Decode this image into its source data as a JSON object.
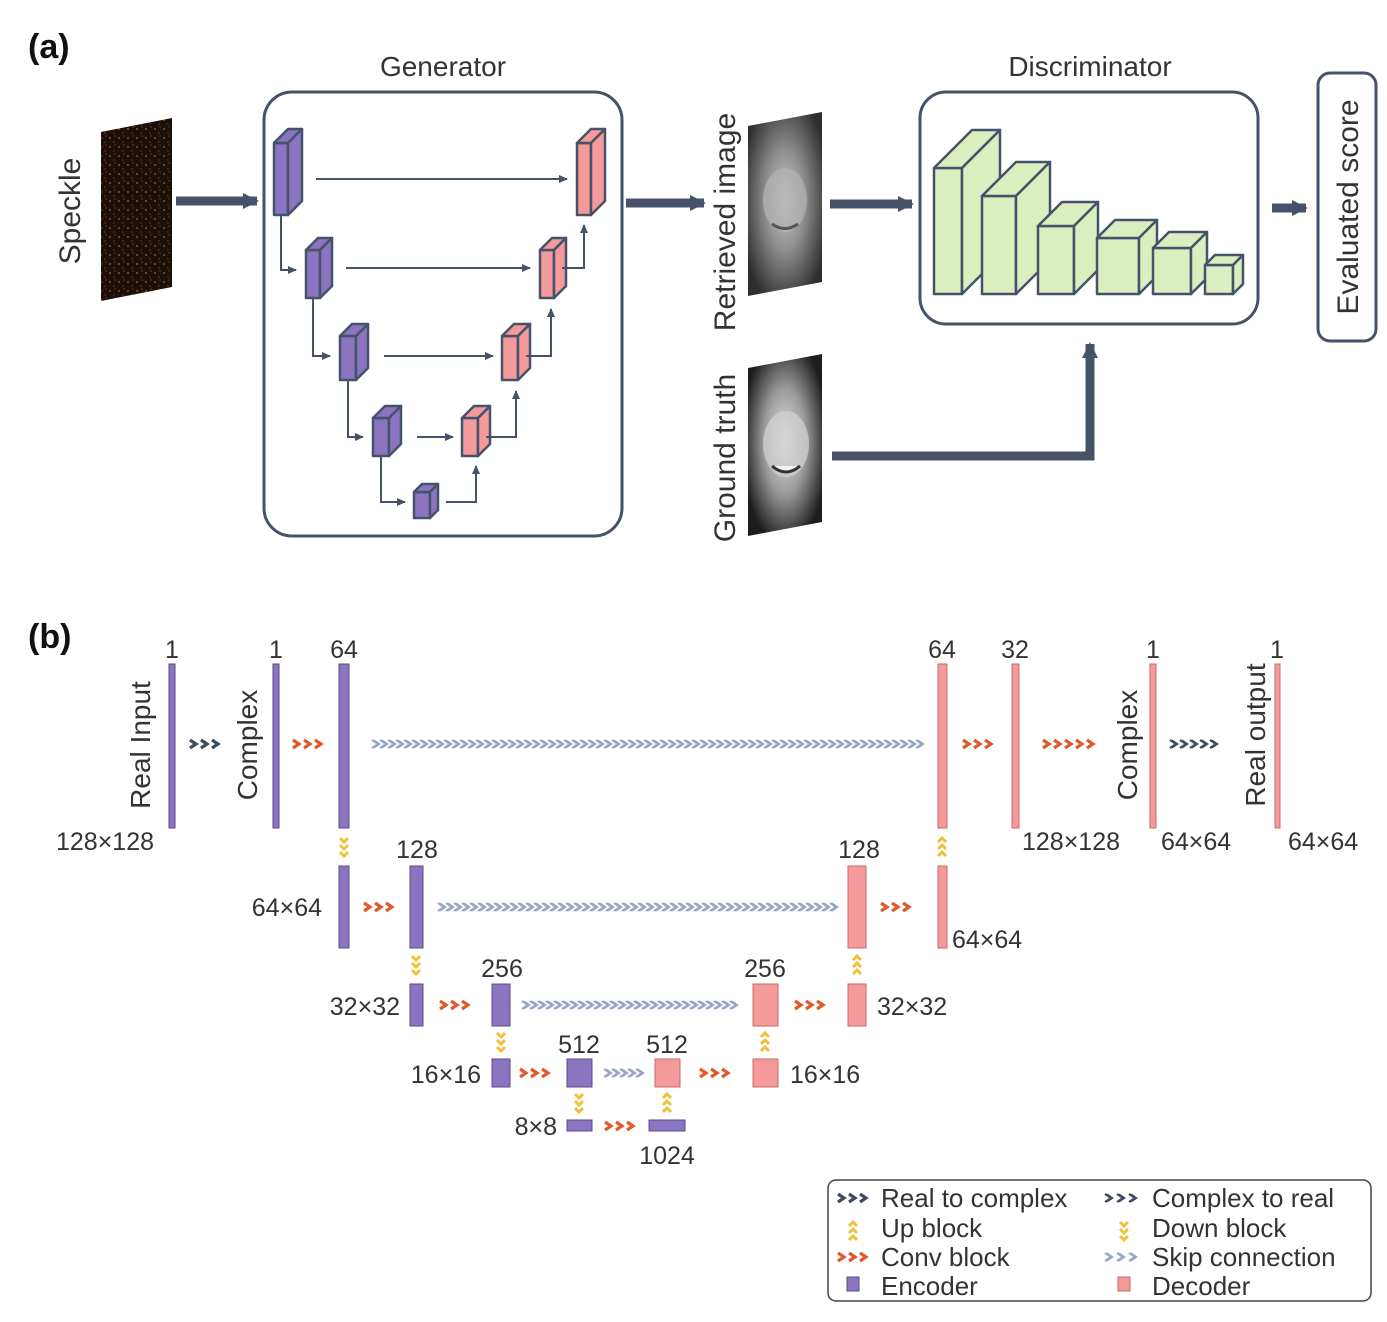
{
  "panel_a": {
    "label": "(a)",
    "generator_title": "Generator",
    "discriminator_title": "Discriminator",
    "speckle_label": "Speckle",
    "retrieved_label": "Retrieved image",
    "ground_truth_label": "Ground truth",
    "score_label": "Evaluated score"
  },
  "panel_b": {
    "label": "(b)",
    "real_input": "Real Input",
    "complex_in": "Complex",
    "complex_out": "Complex",
    "real_output": "Real output",
    "channels": {
      "c_in": "1",
      "c_complex_in": "1",
      "c_enc1": "64",
      "c_enc2": "128",
      "c_enc3": "256",
      "c_enc4": "512",
      "c_bottleneck": "1024",
      "c_dec4": "512",
      "c_dec3": "256",
      "c_dec2": "128",
      "c_dec1": "64",
      "c_post": "32",
      "c_complex_out": "1",
      "c_out": "1"
    },
    "sizes": {
      "s_in": "128×128",
      "s_64a": "64×64",
      "s_32a": "32×32",
      "s_16a": "16×16",
      "s_8": "8×8",
      "s_16b": "16×16",
      "s_32b": "32×32",
      "s_64b": "64×64",
      "s_128b": "128×128",
      "s_64c": "64×64",
      "s_64d": "64×64"
    }
  },
  "legend": {
    "real_to_complex": "Real to complex",
    "complex_to_real": "Complex to real",
    "up_block": "Up block",
    "down_block": "Down block",
    "conv_block": "Conv block",
    "skip_connection": "Skip connection",
    "encoder": "Encoder",
    "decoder": "Decoder"
  },
  "colors": {
    "encoder": "#8b74c0",
    "decoder": "#f59a9a",
    "discriminator": "#dbeebf",
    "frame": "#45526a",
    "conv_arrow": "#e05a2b",
    "updown_arrow": "#f0c03a",
    "skip_arrow": "#96a6c6",
    "real_complex_arrow": "#3c4a63"
  }
}
